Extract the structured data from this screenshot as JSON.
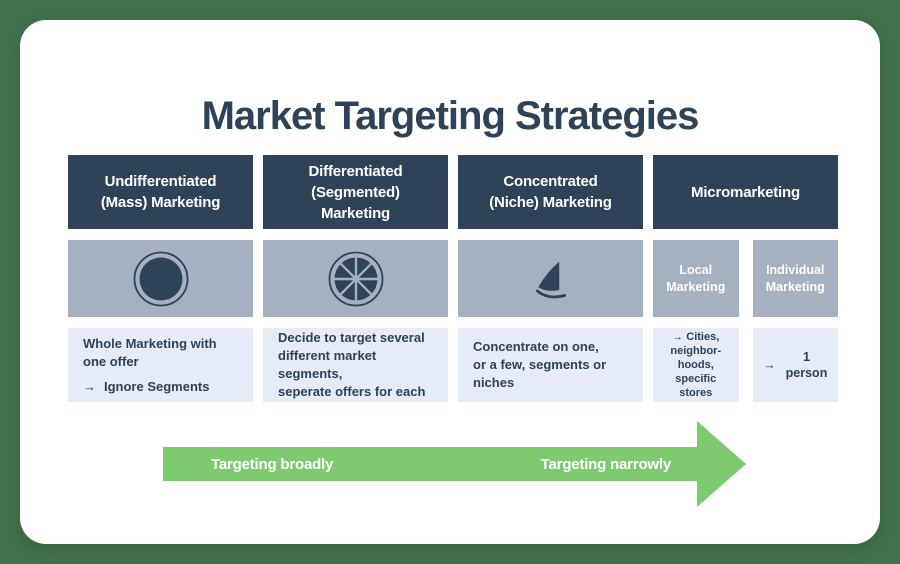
{
  "title": "Market Targeting Strategies",
  "colors": {
    "page-bg": "#41714A",
    "navy": "#2E4357",
    "gray": "#A5B0C1",
    "light": "#E6ECF7",
    "green": "#7DCB6E",
    "white": "#FFFFFF"
  },
  "columns": [
    {
      "header": "Undifferentiated\n(Mass) Marketing",
      "icon": "whole-market-icon",
      "description": "Whole Marketing with\none offer",
      "note": {
        "arrow": "→",
        "text": "Ignore Segments"
      }
    },
    {
      "header": "Differentiated\n(Segmented)\nMarketing",
      "icon": "segmented-market-icon",
      "description": "Decide to target several\ndifferent market segments,\nseperate offers for each"
    },
    {
      "header": "Concentrated\n(Niche) Marketing",
      "icon": "niche-slice-icon",
      "description": "Concentrate on one,\nor a few, segments or\nniches"
    },
    {
      "header": "Micromarketing",
      "cells": [
        {
          "label": "Local\nMarketing",
          "description": "→ Cities,\nneighbor-\nhoods,\nspecific\nstores"
        },
        {
          "label": "Individual\nMarketing",
          "arrow": "→",
          "description": "1\nperson"
        }
      ]
    }
  ],
  "arrow_bar": {
    "left_label": "Targeting broadly",
    "right_label": "Targeting narrowly"
  }
}
